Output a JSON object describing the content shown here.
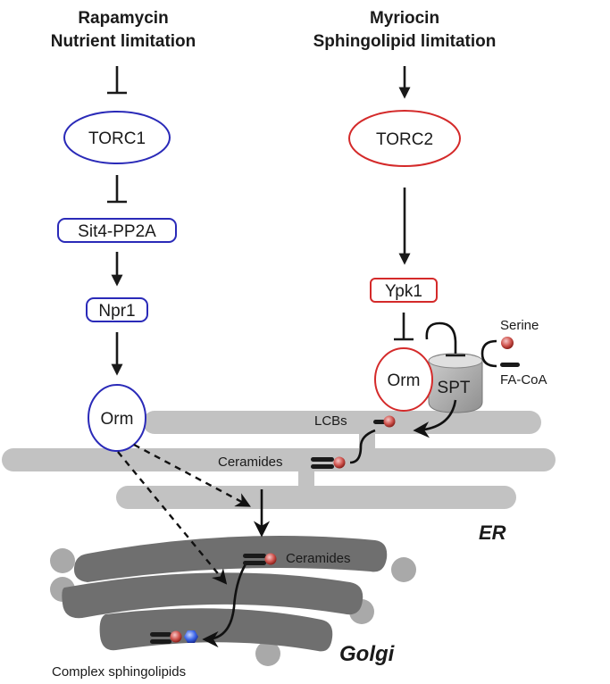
{
  "left_pathway": {
    "input_line1": "Rapamycin",
    "input_line2": "Nutrient limitation",
    "torc1": "TORC1",
    "sit4": "Sit4-PP2A",
    "npr1": "Npr1",
    "orm": "Orm",
    "color": "#2a2ab8"
  },
  "right_pathway": {
    "input_line1": "Myriocin",
    "input_line2": "Sphingolipid limitation",
    "torc2": "TORC2",
    "ypk1": "Ypk1",
    "orm": "Orm",
    "spt": "SPT",
    "color": "#d42a2a"
  },
  "metabolites": {
    "serine": "Serine",
    "facoa": "FA-CoA",
    "lcbs": "LCBs",
    "ceramides_er": "Ceramides",
    "ceramides_golgi": "Ceramides",
    "complex": "Complex sphingolipids"
  },
  "organelles": {
    "er": "ER",
    "golgi": "Golgi"
  }
}
